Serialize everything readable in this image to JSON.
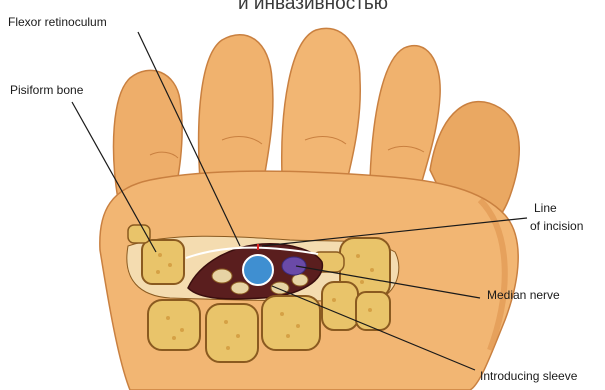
{
  "header_fragment": "и инвазивностью",
  "labels": {
    "flexor_retinaculum": "Flexor retinoculum",
    "pisiform_bone": "Pisiform bone",
    "line_of_incision_1": "Line",
    "line_of_incision_2": "of incision",
    "median_nerve": "Median nerve",
    "introducing_sleeve": "Introducing sleeve"
  },
  "colors": {
    "skin": "#f2b673",
    "skin_shadow": "#d98b45",
    "bone_fill": "#e9c46a",
    "bone_outline": "#8a5a20",
    "nerve": "#3f8fd1",
    "vessel": "#6a4aa8",
    "cavity": "#5a1e1e"
  }
}
